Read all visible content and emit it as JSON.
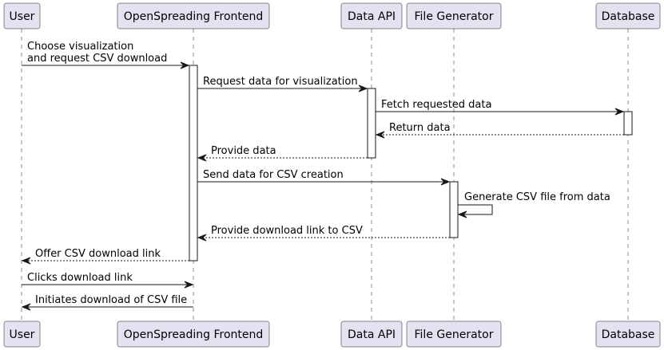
{
  "participants": [
    {
      "id": "user",
      "label": "User"
    },
    {
      "id": "frontend",
      "label": "OpenSpreading Frontend"
    },
    {
      "id": "api",
      "label": "Data API"
    },
    {
      "id": "filegen",
      "label": "File Generator"
    },
    {
      "id": "db",
      "label": "Database"
    }
  ],
  "messages": [
    {
      "from": "user",
      "to": "frontend",
      "lines": [
        "Choose visualization",
        "and request CSV download"
      ],
      "style": "solid"
    },
    {
      "from": "frontend",
      "to": "api",
      "lines": [
        "Request data for visualization"
      ],
      "style": "solid"
    },
    {
      "from": "api",
      "to": "db",
      "lines": [
        "Fetch requested data"
      ],
      "style": "solid"
    },
    {
      "from": "db",
      "to": "api",
      "lines": [
        "Return data"
      ],
      "style": "dashed"
    },
    {
      "from": "api",
      "to": "frontend",
      "lines": [
        "Provide data"
      ],
      "style": "dashed"
    },
    {
      "from": "frontend",
      "to": "filegen",
      "lines": [
        "Send data for CSV creation"
      ],
      "style": "solid"
    },
    {
      "from": "filegen",
      "to": "filegen",
      "lines": [
        "Generate CSV file from data"
      ],
      "style": "solid"
    },
    {
      "from": "filegen",
      "to": "frontend",
      "lines": [
        "Provide download link to CSV"
      ],
      "style": "dashed"
    },
    {
      "from": "frontend",
      "to": "user",
      "lines": [
        "Offer CSV download link"
      ],
      "style": "dashed"
    },
    {
      "from": "user",
      "to": "frontend",
      "lines": [
        "Clicks download link"
      ],
      "style": "solid"
    },
    {
      "from": "frontend",
      "to": "user",
      "lines": [
        "Initiates download of CSV file"
      ],
      "style": "solid"
    }
  ],
  "colors": {
    "participant_fill": "#E2E2F0",
    "stroke": "#181818",
    "activation_fill": "#FFFFFF",
    "background": "#FFFFFF"
  }
}
